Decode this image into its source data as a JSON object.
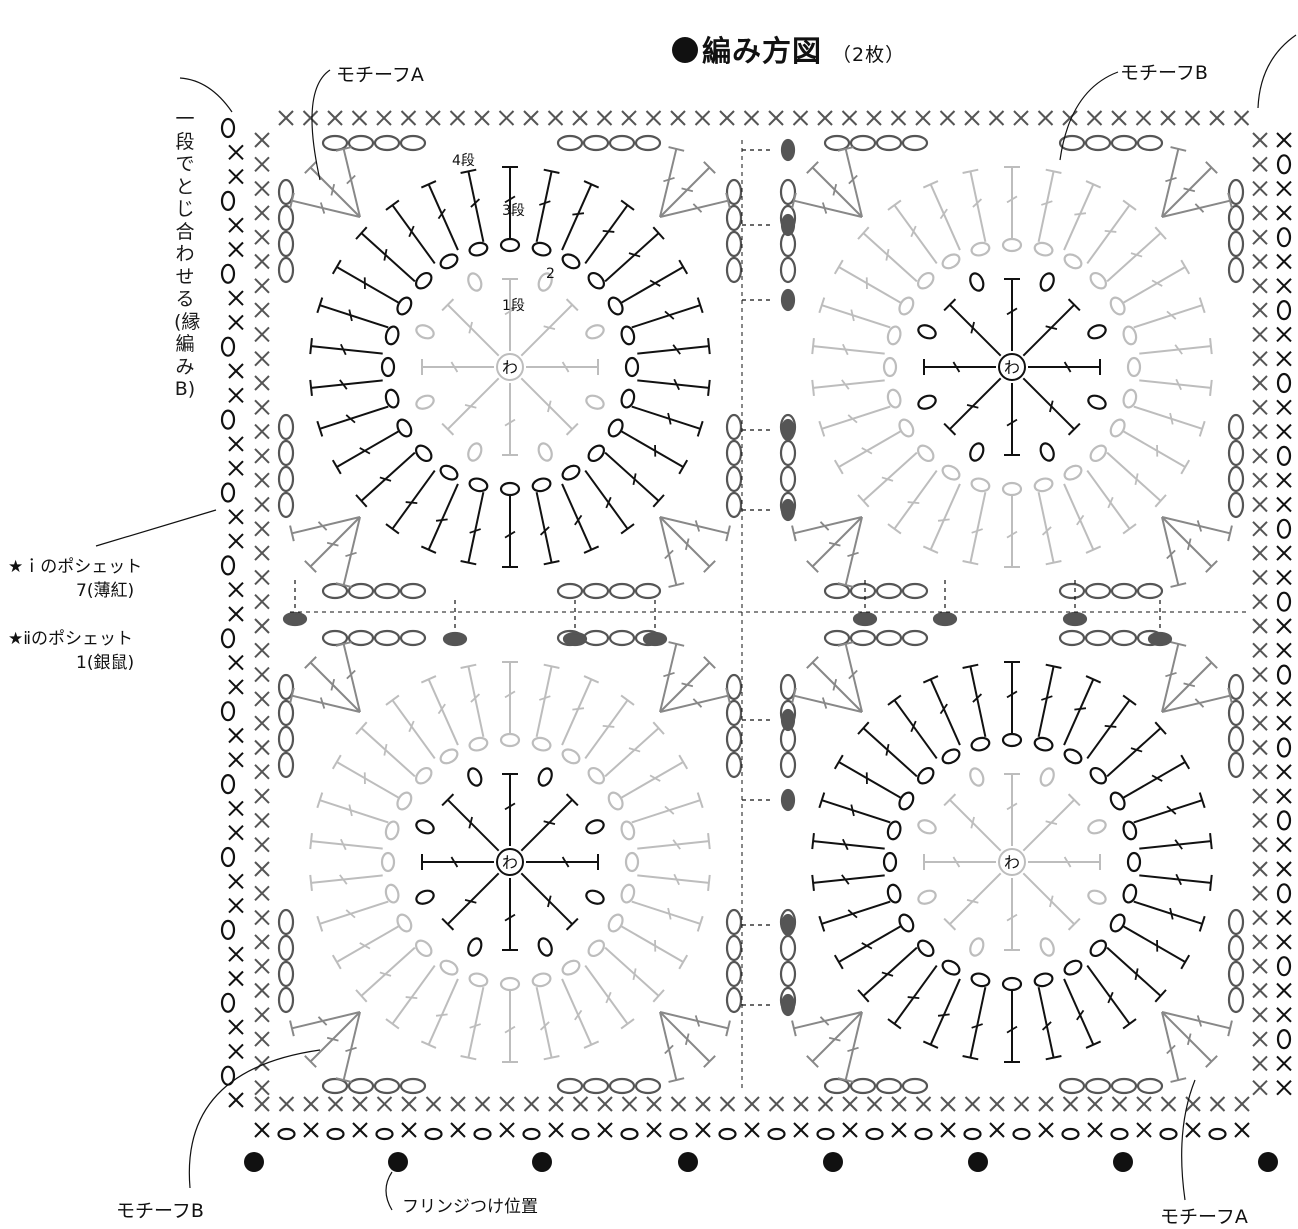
{
  "title": "編み方図",
  "title_count": "（2枚）",
  "motifs": {
    "top_left": "モチーフA",
    "top_right": "モチーフB",
    "bottom_left": "モチーフB",
    "bottom_right": "モチーフA"
  },
  "side_note": "一段でとじ合わせる(縁編みB)",
  "poshette_i_line1": "★ｉのポシェット",
  "poshette_i_line2": "7(薄紅)",
  "poshette_ii_line1": "★ⅱのポシェット",
  "poshette_ii_line2": "1(銀鼠)",
  "fringe": "フリンジつけ位置",
  "rounds": {
    "r1": "1段",
    "r2": "2",
    "r3": "3段",
    "r4": "4段"
  },
  "ring": "わ",
  "colors": {
    "black": "#111111",
    "dark_gray": "#555555",
    "mid_gray": "#888888",
    "light_gray": "#bdbdbd"
  }
}
